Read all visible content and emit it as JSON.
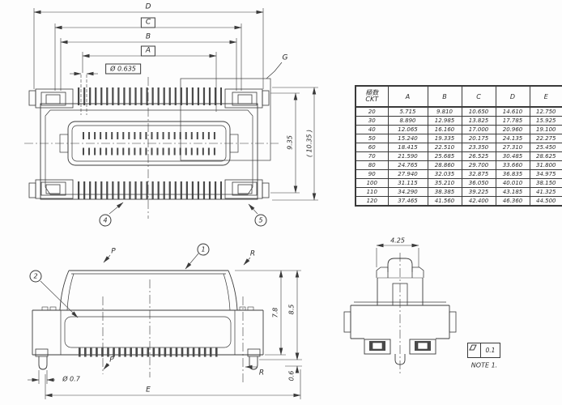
{
  "title": "board-to-board connector dimensional drawing",
  "top_view": {
    "dim_d": "D",
    "dim_c": "C",
    "dim_b": "B",
    "dim_a": "A",
    "dim_pitch": "Ø 0.635",
    "dim_g": "G",
    "dim_height_inner": "9.35",
    "dim_height_outer": "( 10.35 )",
    "callout_4": "4",
    "callout_5": "5"
  },
  "side_view": {
    "callout_1": "1",
    "callout_2": "2",
    "dim_p_top": "P",
    "dim_r_top": "R",
    "dim_height_body": "7.8",
    "dim_height_total": "8.5",
    "dim_standoff": "0.6",
    "dim_r_bottom": "R",
    "dim_p_bottom": "P",
    "dim_peg_dia": "Ø 0.7",
    "dim_e": "E"
  },
  "end_view": {
    "dim_width": "4.25",
    "tolerance": {
      "symbol": "flatness",
      "value": "0.1"
    },
    "note": "NOTE 1."
  },
  "table": {
    "header": {
      "col0_top": "極数",
      "col0_bottom": "CKT",
      "cols": [
        "A",
        "B",
        "C",
        "D",
        "E"
      ]
    },
    "rows": [
      [
        "20",
        "5.715",
        "9.810",
        "10.650",
        "14.610",
        "12.750"
      ],
      [
        "30",
        "8.890",
        "12.985",
        "13.825",
        "17.785",
        "15.925"
      ],
      [
        "40",
        "12.065",
        "16.160",
        "17.000",
        "20.960",
        "19.100"
      ],
      [
        "50",
        "15.240",
        "19.335",
        "20.175",
        "24.135",
        "22.275"
      ],
      [
        "60",
        "18.415",
        "22.510",
        "23.350",
        "27.310",
        "25.450"
      ],
      [
        "70",
        "21.590",
        "25.685",
        "26.525",
        "30.485",
        "28.625"
      ],
      [
        "80",
        "24.765",
        "28.860",
        "29.700",
        "33.660",
        "31.800"
      ],
      [
        "90",
        "27.940",
        "32.035",
        "32.875",
        "36.835",
        "34.975"
      ],
      [
        "100",
        "31.115",
        "35.210",
        "36.050",
        "40.010",
        "38.150"
      ],
      [
        "110",
        "34.290",
        "38.385",
        "39.225",
        "43.185",
        "41.325"
      ],
      [
        "120",
        "37.465",
        "41.560",
        "42.400",
        "46.360",
        "44.500"
      ]
    ]
  },
  "colors": {
    "line": "#3a3a3a",
    "text": "#2b2b2b",
    "paper": "#fdfdfd"
  }
}
